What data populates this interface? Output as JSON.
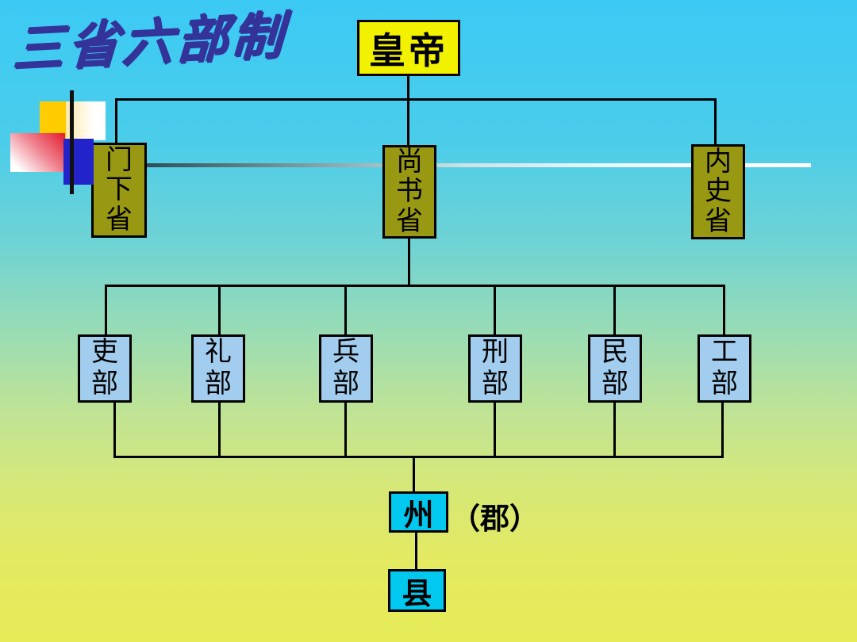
{
  "slide_title": "三省六部制",
  "emperor": {
    "label": "皇帝"
  },
  "departments": [
    {
      "label": "门下省"
    },
    {
      "label": "尚书省"
    },
    {
      "label": "内史省"
    }
  ],
  "ministries": [
    {
      "label": "吏部"
    },
    {
      "label": "礼部"
    },
    {
      "label": "兵部"
    },
    {
      "label": "刑部"
    },
    {
      "label": "民部"
    },
    {
      "label": "工部"
    }
  ],
  "local_administration": {
    "prefecture_label": "州",
    "prefecture_note": "（郡）",
    "county_label": "县"
  },
  "colors": {
    "title_text": "#333399",
    "emperor_box": "#f2f200",
    "department_box": "#989812",
    "ministry_box": "#a2cdee",
    "local_box": "#00c8ee",
    "background_top": "#3bcaf5",
    "background_bottom": "#e7eb58"
  }
}
